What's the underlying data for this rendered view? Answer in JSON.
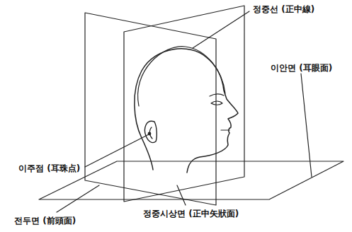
{
  "diagram": {
    "labels": [
      "정중선 (正中線)",
      "이안면 (耳眼面)",
      "이주점 (耳珠点)",
      "전두면 (前頭面)",
      "정중시상면 (正中矢狀面)"
    ]
  }
}
